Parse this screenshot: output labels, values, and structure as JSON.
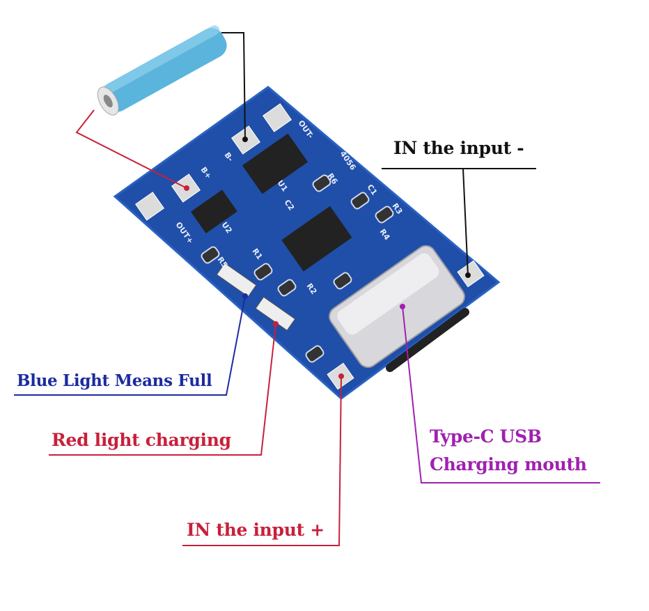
{
  "labels": {
    "in_minus": "IN the input -",
    "blue_light": "Blue Light Means Full",
    "red_light": "Red light charging",
    "in_plus": "IN the input +",
    "type_c_line1": "Type-C USB",
    "type_c_line2": "Charging mouth"
  },
  "board_silkscreen": {
    "out_minus": "OUT-",
    "b_minus": "B-",
    "b_plus": "B+",
    "out_plus": "OUT+",
    "chip": "4056",
    "u1": "U1",
    "u2": "U2",
    "r1": "R1",
    "r2": "R2",
    "r3": "R3",
    "r4": "R4",
    "r5": "R5",
    "r6": "R6",
    "c1": "C1",
    "c2": "C2"
  },
  "colors": {
    "board": "#1f4fa8",
    "black_label": "#111111",
    "blue_label": "#1b2ba0",
    "red_label": "#c8203a",
    "magenta_label": "#a020b0",
    "battery": "#5ab4dc"
  }
}
